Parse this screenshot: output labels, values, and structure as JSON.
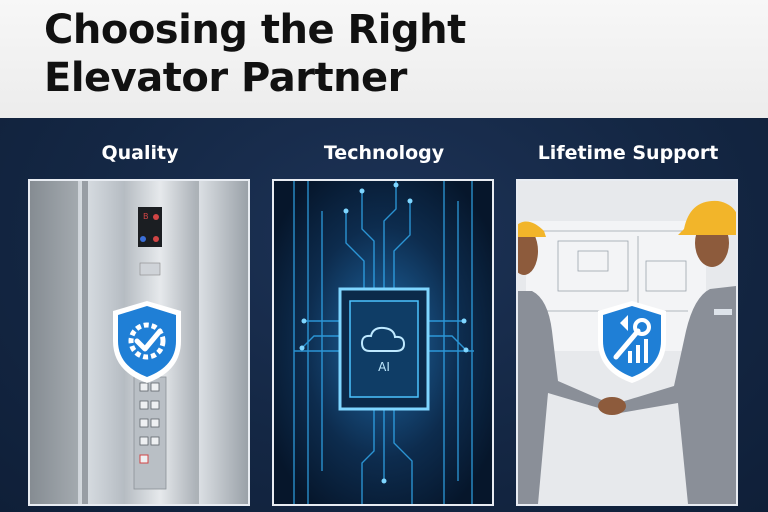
{
  "header": {
    "title": "Choosing the Right Elevator Partner"
  },
  "columns": [
    {
      "label": "Quality",
      "badge_icon": "gear-check-icon"
    },
    {
      "label": "Technology",
      "chip_text": "AI",
      "chip_icon": "cloud-icon"
    },
    {
      "label": "Lifetime Support",
      "badge_icon": "wrench-growth-icon"
    }
  ],
  "colors": {
    "band": "#142744",
    "badge_blue": "#1f7fd6",
    "tech_glow": "#35b6ff",
    "helmet_yellow": "#f2b52a",
    "uniform_gray": "#8a8f98"
  }
}
